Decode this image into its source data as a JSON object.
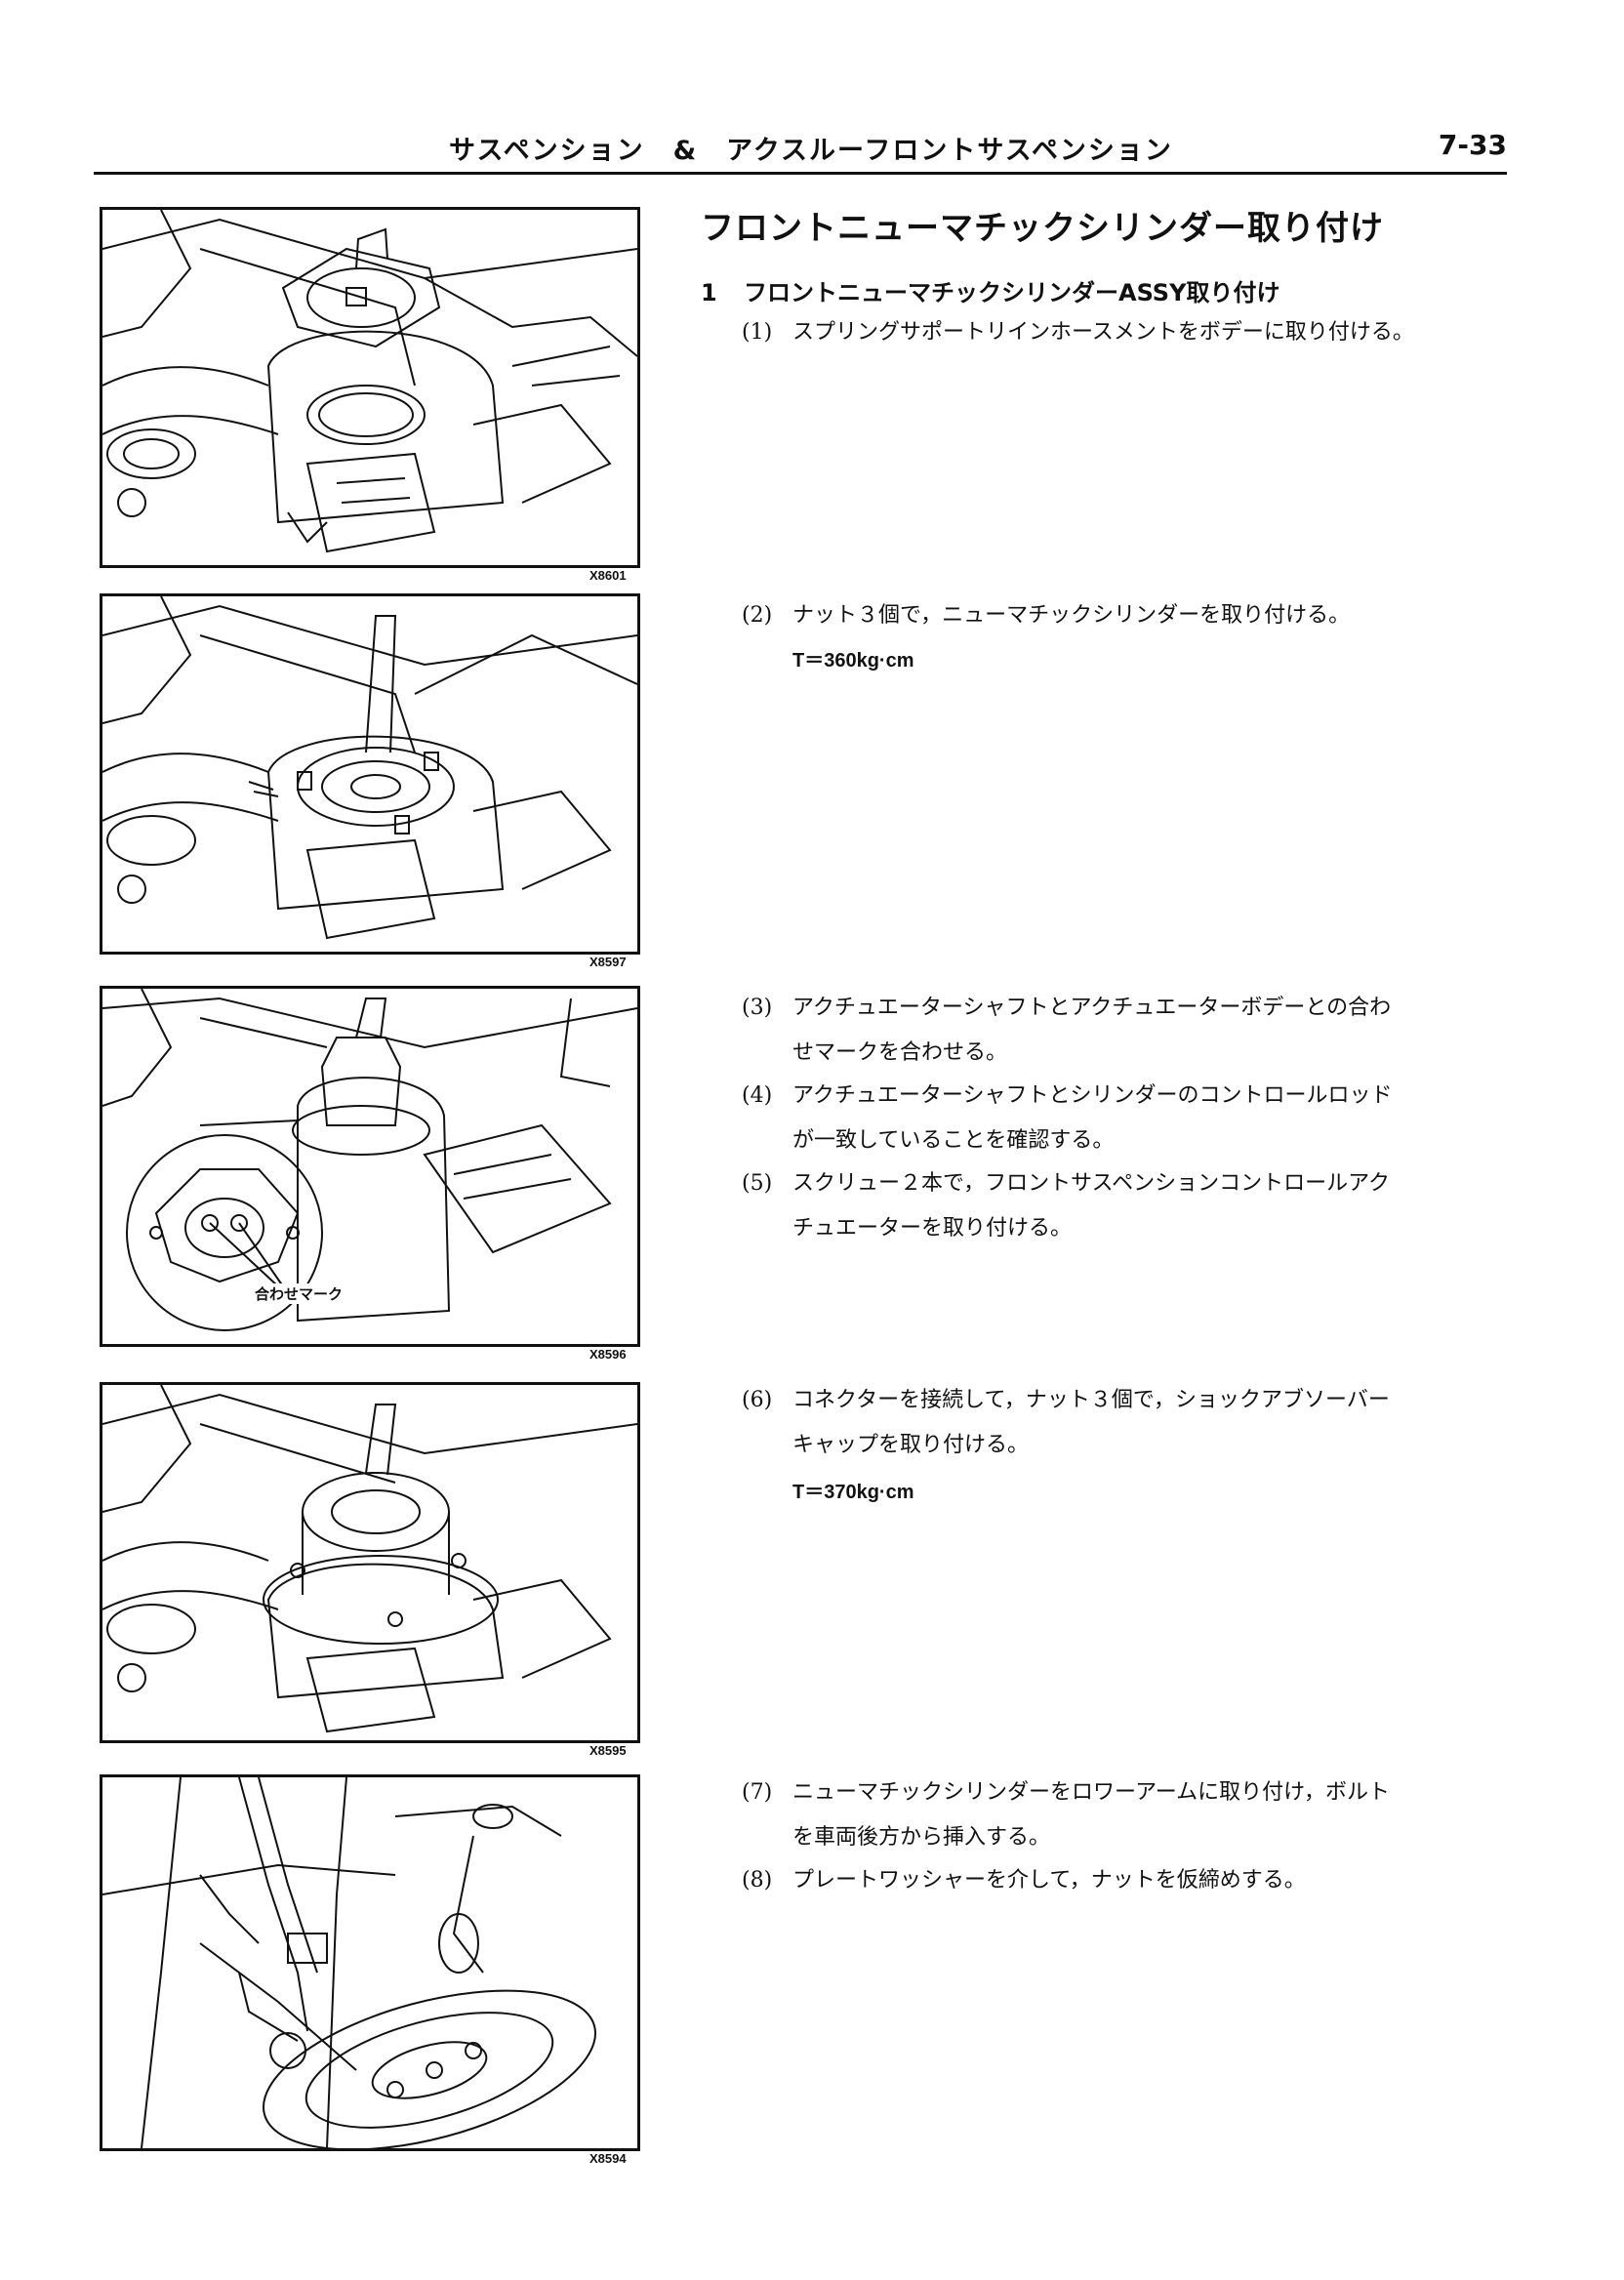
{
  "header": {
    "title": "サスペンション　&　アクスルーフロントサスペンション",
    "page_number": "7-33"
  },
  "section_title": "フロントニューマチックシリンダー取り付け",
  "step": {
    "number": "1",
    "title": "フロントニューマチックシリンダーASSY取り付け"
  },
  "items": [
    {
      "num": "(1)",
      "text": "スプリングサポートリインホースメントをボデーに取り付ける。"
    },
    {
      "num": "(2)",
      "text": "ナット３個で，ニューマチックシリンダーを取り付ける。",
      "torque": "T＝360kg·cm"
    },
    {
      "num": "(3)",
      "text": "アクチュエーターシャフトとアクチュエーターボデーとの合わ\nせマークを合わせる。"
    },
    {
      "num": "(4)",
      "text": "アクチュエーターシャフトとシリンダーのコントロールロッド\nが一致していることを確認する。"
    },
    {
      "num": "(5)",
      "text": "スクリュー２本で，フロントサスペンションコントロールアク\nチュエーターを取り付ける。"
    },
    {
      "num": "(6)",
      "text": "コネクターを接続して，ナット３個で，ショックアブソーバー\nキャップを取り付ける。",
      "torque": "T＝370kg·cm"
    },
    {
      "num": "(7)",
      "text": "ニューマチックシリンダーをロワーアームに取り付け，ボルト\nを車両後方から挿入する。"
    },
    {
      "num": "(8)",
      "text": "プレートワッシャーを介して，ナットを仮締めする。"
    }
  ],
  "figures": [
    {
      "code": "X8601"
    },
    {
      "code": "X8597"
    },
    {
      "code": "X8596",
      "callout": "合わせマーク"
    },
    {
      "code": "X8595"
    },
    {
      "code": "X8594"
    }
  ]
}
